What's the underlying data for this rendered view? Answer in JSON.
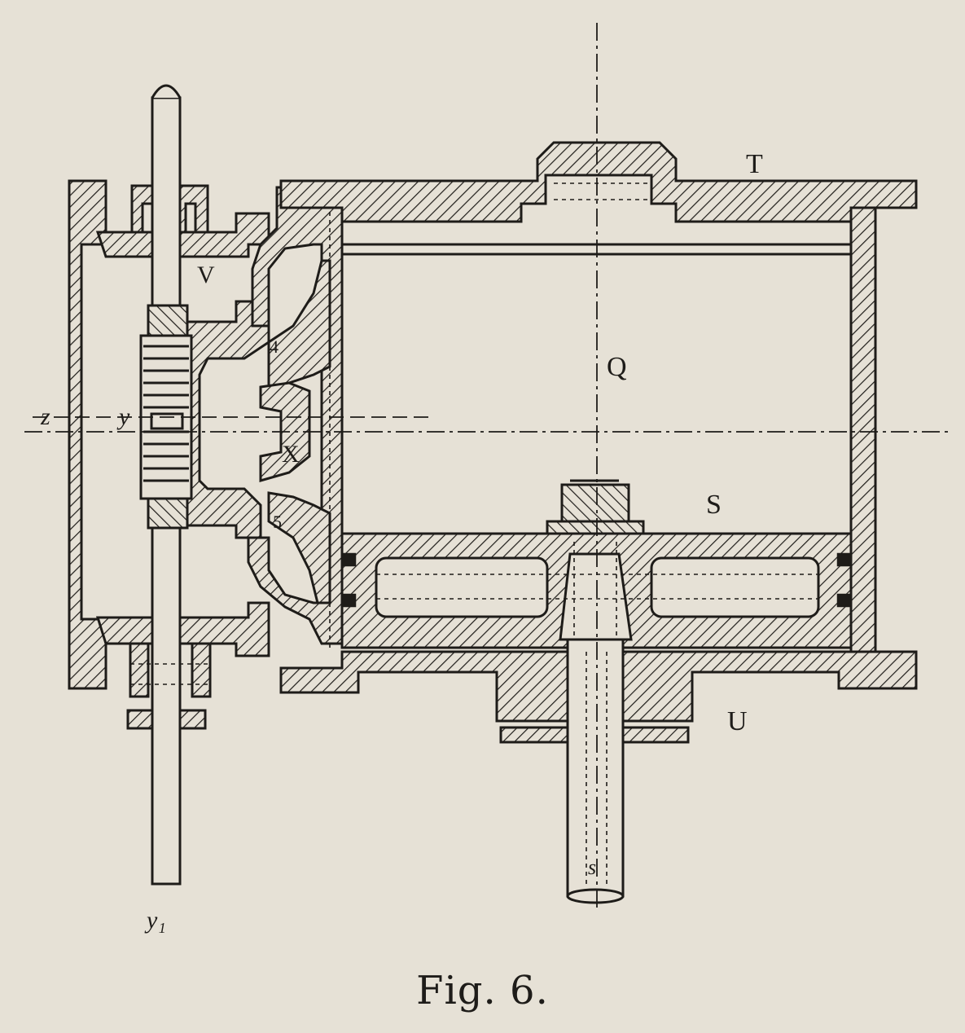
{
  "caption": "Fig. 6.",
  "labels": {
    "T": "T",
    "V": "V",
    "Q": "Q",
    "X": "X",
    "S": "S",
    "U": "U",
    "port_4": "4",
    "port_5": "5",
    "z": "z",
    "y": "y",
    "y1": "y₁",
    "s": "s"
  },
  "colors": {
    "ink": "#1e1c19",
    "paper": "#e6e1d6",
    "hatch_fill": "#e6e1d6"
  }
}
